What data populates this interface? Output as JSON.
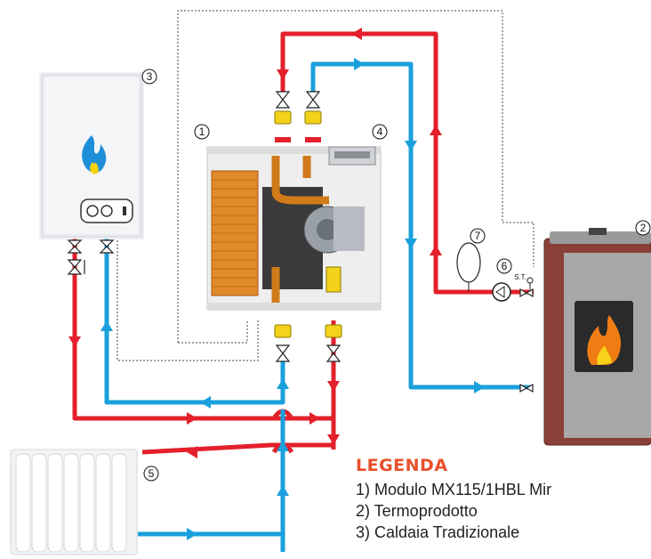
{
  "labels": {
    "module": "1",
    "stove": "2",
    "boiler": "3",
    "controller": "4",
    "radiator": "5",
    "pump": "6",
    "expansion_tank": "7",
    "valve_note": "S.T."
  },
  "legend": {
    "title": "LEGENDA",
    "items": [
      "1) Modulo MX115/1HBL Mir",
      "2) Termoprodotto",
      "3) Caldaia Tradizionale"
    ]
  },
  "colors": {
    "hot_line": "#e3202b",
    "cold_line": "#1aa0dc",
    "legend_title": "#e8502b",
    "stove_body": "#8a3f39",
    "flame_blue": "#1e8ed8"
  }
}
